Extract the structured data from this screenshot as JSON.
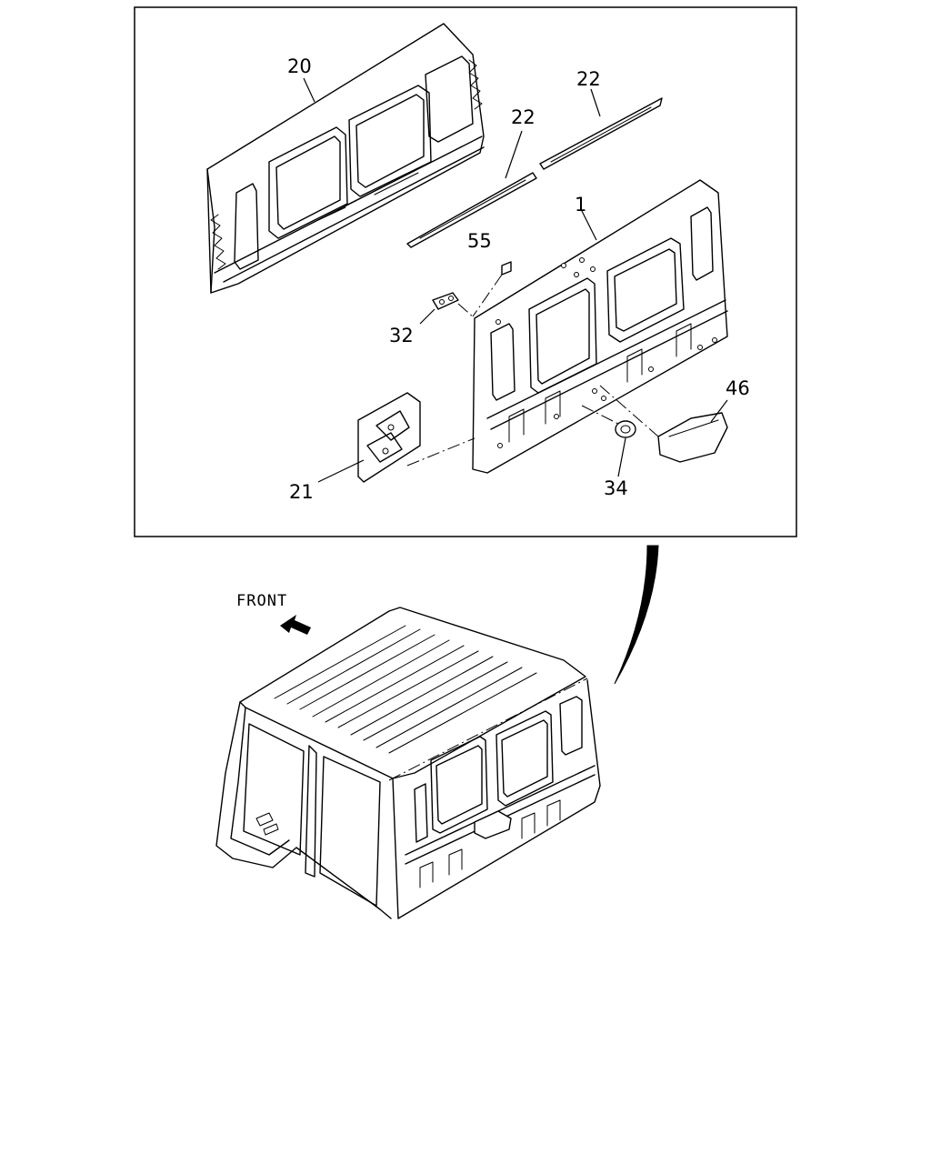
{
  "diagram": {
    "callouts": {
      "c20": "20",
      "c22a": "22",
      "c22b": "22",
      "c1": "1",
      "c55": "55",
      "c32": "32",
      "c46": "46",
      "c21": "21",
      "c34": "34"
    },
    "front_label": "FRONT"
  }
}
